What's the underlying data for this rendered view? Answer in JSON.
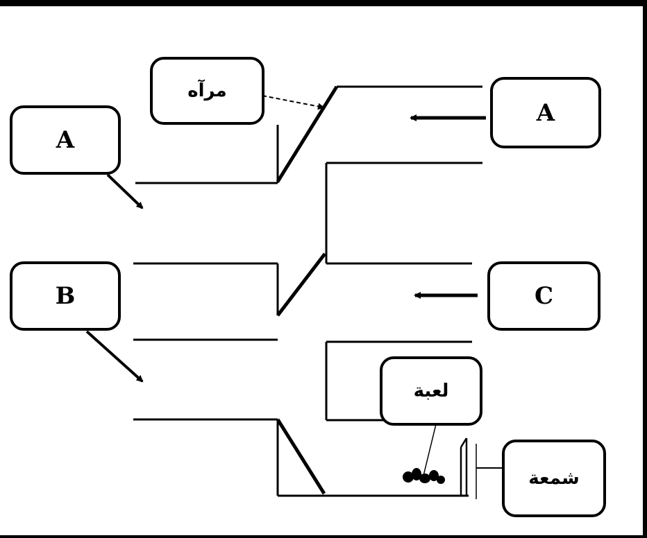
{
  "labels": {
    "mirror": "مرآه",
    "top_left": "A",
    "top_right": "A",
    "mid_left": "B",
    "mid_right": "C",
    "toy": "لعبة",
    "candle": "شمعة"
  }
}
